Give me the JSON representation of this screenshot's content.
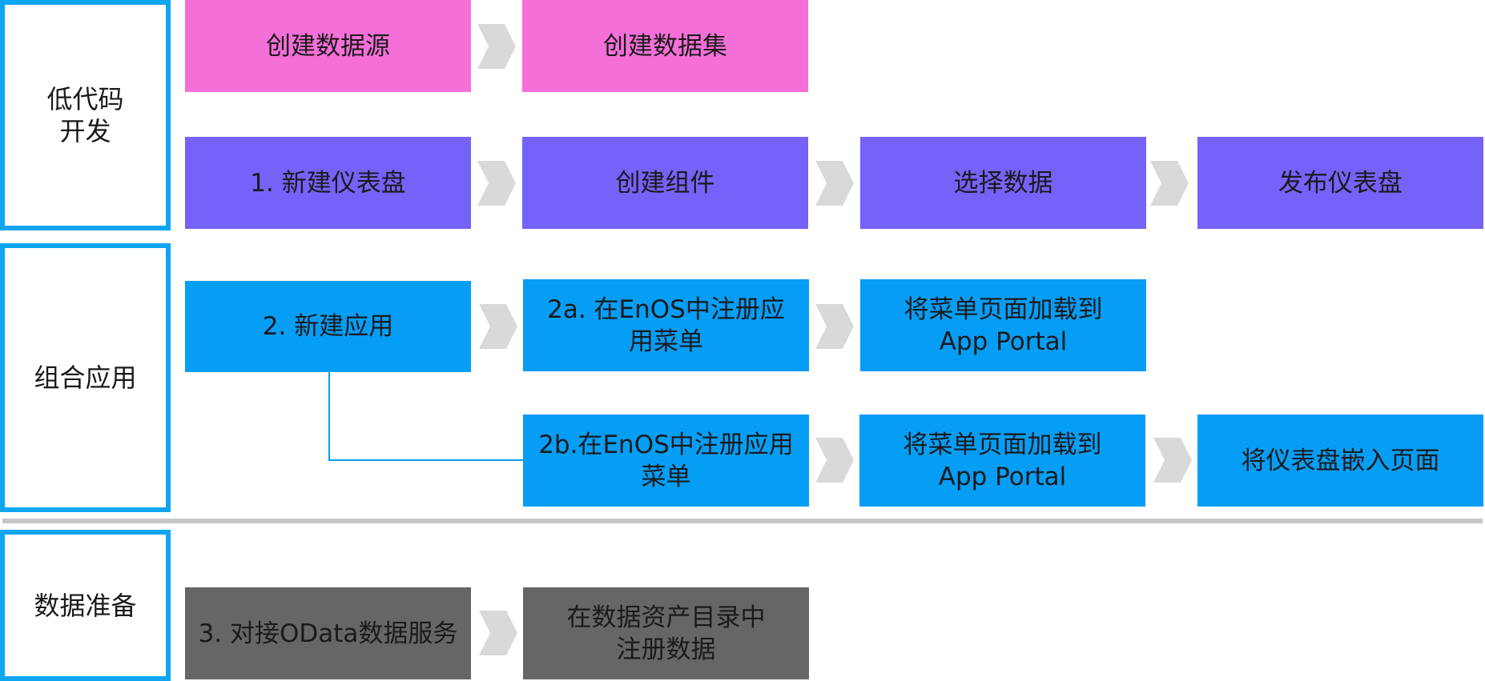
{
  "sections": {
    "lowcode": "低代码\n开发",
    "compose": "组合应用",
    "dataprep": "数据准备"
  },
  "boxes": {
    "create_datasource": "创建数据源",
    "create_dataset": "创建数据集",
    "new_dashboard": "1. 新建仪表盘",
    "create_component": "创建组件",
    "select_data": "选择数据",
    "publish_dashboard": "发布仪表盘",
    "new_app": "2. 新建应用",
    "register_menu_a": "2a. 在EnOS中注册应\n用菜单",
    "load_portal_a": "将菜单页面加载到\nApp Portal",
    "register_menu_b": "2b.在EnOS中注册应用\n菜单",
    "load_portal_b": "将菜单页面加载到\nApp Portal",
    "embed_dashboard": "将仪表盘嵌入页面",
    "odata_service": "3. 对接OData数据服务",
    "register_data": "在数据资产目录中\n注册数据"
  },
  "colors": {
    "section_border": "#0ea5f1",
    "pink": "#f46fd8",
    "purple": "#7562f8",
    "blue": "#069df5",
    "gray": "#666666",
    "arrow": "#d9d9d9",
    "divider": "#c8c8c8"
  }
}
